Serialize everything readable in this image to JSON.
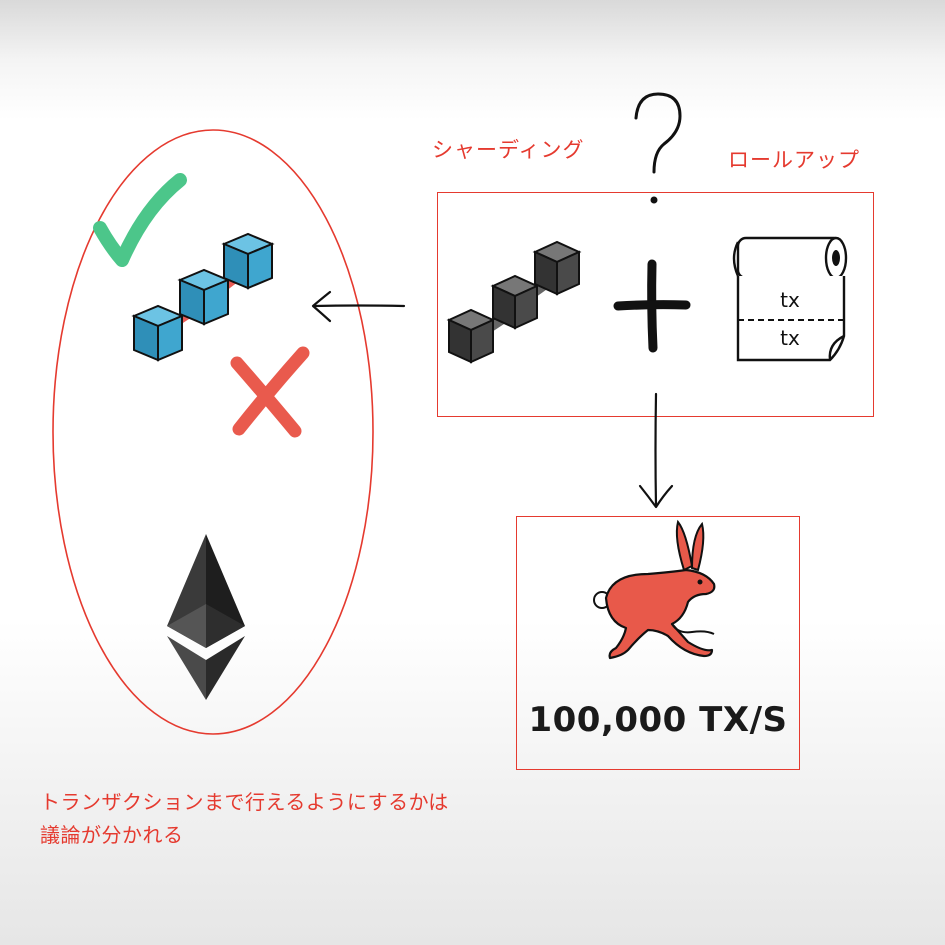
{
  "labels": {
    "sharding": "シャーディング",
    "rollup": "ロールアップ",
    "question_mark": "?",
    "rollup_tx_top": "tx",
    "rollup_tx_bottom": "tx"
  },
  "result": {
    "throughput": "100,000 TX/S"
  },
  "note": {
    "line1": "トランザクションまで行えるようにするかは",
    "line2": "議論が分かれる"
  },
  "icons": {
    "check": "checkmark-icon",
    "cross": "cross-icon",
    "chain_blue": "blue-blockchain-icon",
    "chain_dark": "dark-blockchain-icon",
    "plus": "plus-icon",
    "scroll": "rollup-scroll-icon",
    "ethereum": "ethereum-logo",
    "rabbit": "rabbit-icon"
  },
  "colors": {
    "accent_red": "#e53a2f",
    "check_green": "#4cc68a",
    "cross_red": "#e95a4d",
    "cube_blue": "#3fa6cf",
    "rabbit_red": "#e8594a"
  }
}
